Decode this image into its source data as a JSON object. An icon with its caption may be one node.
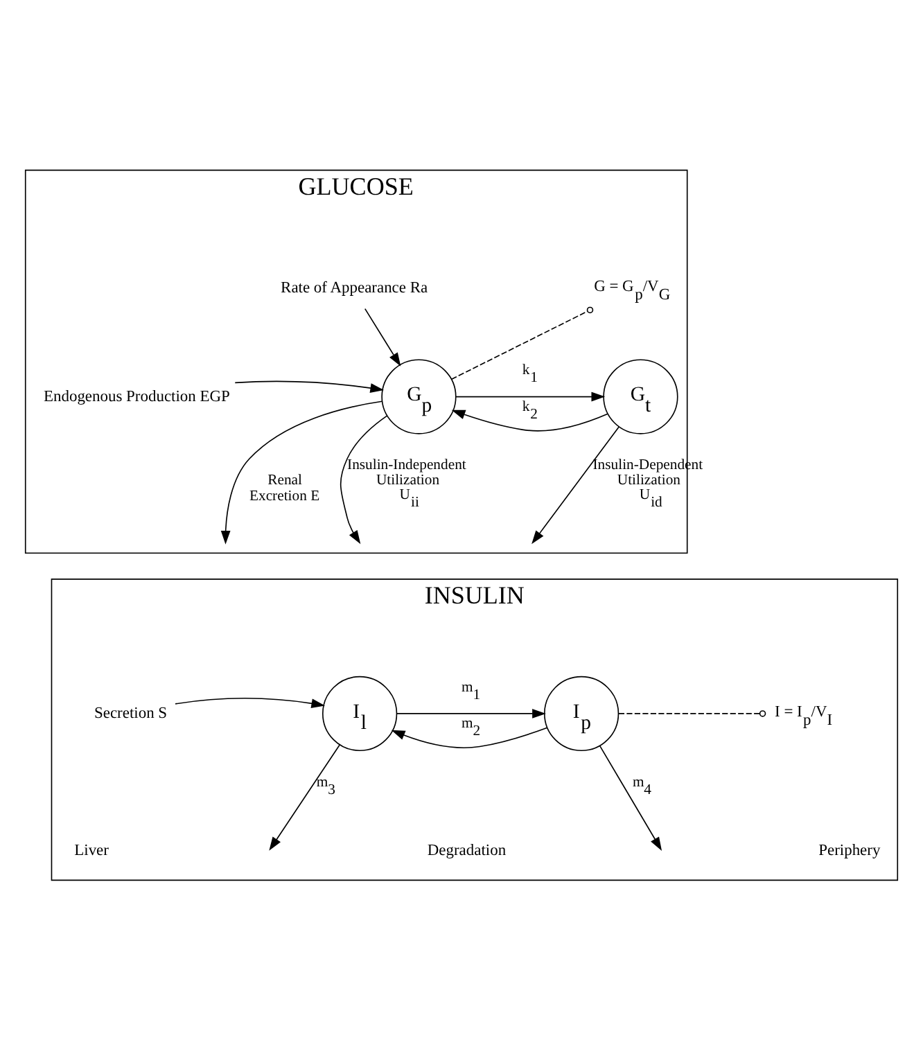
{
  "diagram": {
    "nodes": [
      {
        "text": [
          "GLUCOSE"
        ]
      },
      {
        "text": [
          "Rate of Appearance Ra"
        ],
        "in": 0
      },
      {
        "text": [
          "Endogenous Production EGP"
        ],
        "in": 0
      },
      {
        "text": [
          "G$_{p}$"
        ],
        "in": 0
      },
      {
        "text": [
          "G$_{t}$"
        ],
        "in": 0
      },
      {
        "text": [
          "G = G$_{p}$/V$_{G}$"
        ],
        "in": 0
      },
      {
        "text": [
          "INSULIN"
        ]
      },
      {
        "text": [
          "Secretion S"
        ],
        "in": 6
      },
      {
        "text": [
          "I$_{l}$"
        ],
        "in": 6
      },
      {
        "text": [
          "I$_{p}$"
        ],
        "in": 6
      },
      {
        "text": [
          "I = I$_{p}$/V$_{I}$"
        ],
        "in": 6
      }
    ],
    "edges": [
      {
        "from": 1,
        "to": 3,
        "arrow": "to"
      },
      {
        "from": 2,
        "to": 3,
        "arrow": "to"
      },
      {
        "from": 3,
        "to": 4,
        "arrow": "to",
        "label": "k$_{1}$"
      },
      {
        "from": 4,
        "to": 3,
        "arrow": "to",
        "label": "k$_{2}$"
      },
      {
        "from": 3,
        "to": null,
        "arrow": "to",
        "label": "Renal Excretion E"
      },
      {
        "from": 3,
        "to": null,
        "arrow": "to",
        "label": "Insulin-Independent Utilization U$_{ii}$"
      },
      {
        "from": 4,
        "to": null,
        "arrow": "to",
        "label": "Insulin-Dependent Utilization U$_{id}$"
      },
      {
        "from": 3,
        "to": 5,
        "arrow": "other",
        "style": "dashed"
      },
      {
        "from": 7,
        "to": 8,
        "arrow": "to"
      },
      {
        "from": 8,
        "to": 9,
        "arrow": "to",
        "label": "m$_{1}$"
      },
      {
        "from": 9,
        "to": 8,
        "arrow": "to",
        "label": "m$_{2}$"
      },
      {
        "from": 8,
        "to": null,
        "arrow": "to",
        "label": "m$_{3}$"
      },
      {
        "from": 9,
        "to": null,
        "arrow": "to",
        "label": "m$_{4}$"
      },
      {
        "from": 9,
        "to": 10,
        "arrow": "other",
        "style": "dashed"
      }
    ],
    "labels": [
      "Liver",
      "Periphery",
      "Degradation"
    ]
  }
}
